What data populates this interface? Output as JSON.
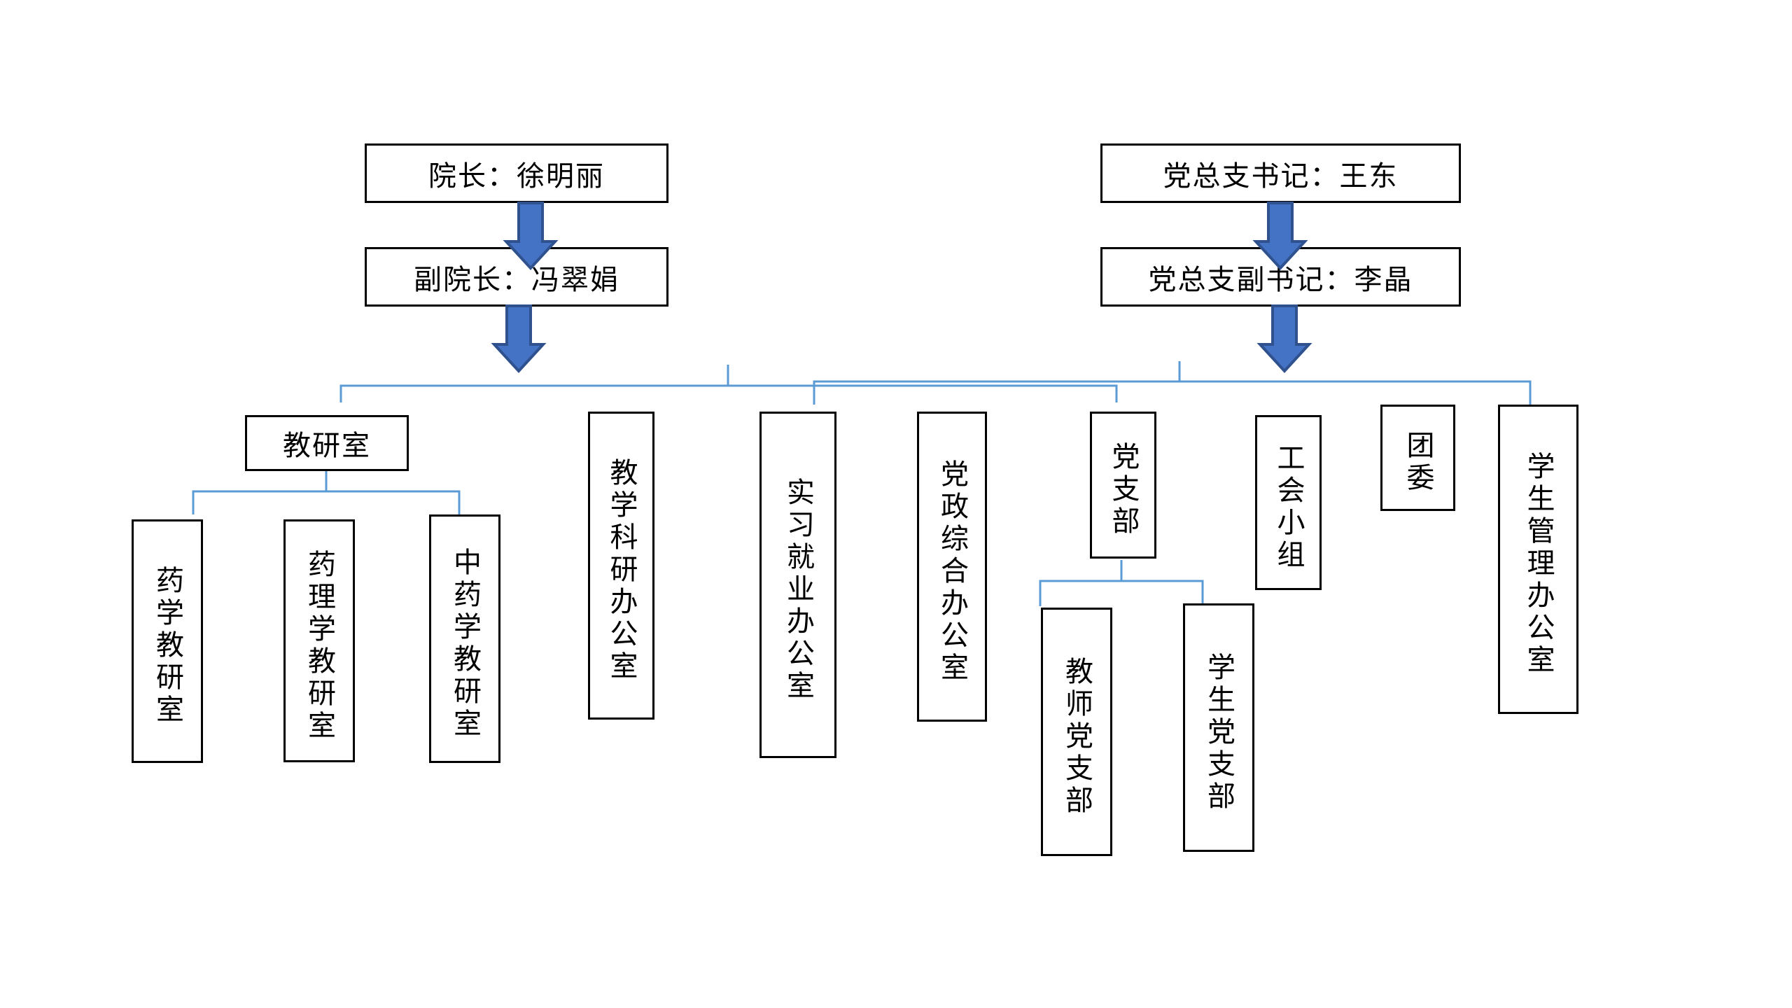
{
  "diagram": {
    "type": "org-chart",
    "title": "",
    "colors": {
      "box_border": "#000000",
      "box_fill": "#ffffff",
      "connector_line": "#5B9BD5",
      "arrow_fill": "#4472C4",
      "arrow_stroke": "#2F528F",
      "text": "#000000",
      "background": "#ffffff"
    },
    "nodes": {
      "dean": "院长：徐明丽",
      "vice_dean": "副院长：冯翠娟",
      "party_secretary": "党总支书记：王东",
      "party_vice_secretary": "党总支副书记：李晶",
      "teaching_research_office": "教研室",
      "pharmacy_trs": "药学教研室",
      "pharmacology_trs": "药理学教研室",
      "tcm_pharmacy_trs": "中药学教研室",
      "teaching_research_admin_office": "教学科研办公室",
      "internship_employment_office": "实习就业办公室",
      "party_admin_general_office": "党政综合办公室",
      "party_branch": "党支部",
      "teacher_party_branch": "教师党支部",
      "student_party_branch": "学生党支部",
      "union_group": "工会小组",
      "youth_league_committee": "团委",
      "student_management_office": "学生管理办公室"
    },
    "edges": [
      {
        "from": "dean",
        "to": "vice_dean",
        "style": "block-arrow"
      },
      {
        "from": "party_secretary",
        "to": "party_vice_secretary",
        "style": "block-arrow"
      },
      {
        "from": "vice_dean",
        "to": "bracket_left",
        "style": "block-arrow"
      },
      {
        "from": "party_vice_secretary",
        "to": "bracket_right",
        "style": "block-arrow"
      },
      {
        "from": "bracket_left",
        "to": "teaching_research_office",
        "style": "line"
      },
      {
        "from": "bracket_left",
        "to": "teaching_research_admin_office",
        "style": "line"
      },
      {
        "from": "bracket_left",
        "to": "internship_employment_office",
        "style": "line"
      },
      {
        "from": "bracket_right",
        "to": "party_admin_general_office",
        "style": "line"
      },
      {
        "from": "bracket_right",
        "to": "party_branch",
        "style": "line"
      },
      {
        "from": "bracket_right",
        "to": "union_group",
        "style": "line"
      },
      {
        "from": "bracket_right",
        "to": "youth_league_committee",
        "style": "line"
      },
      {
        "from": "bracket_right",
        "to": "student_management_office",
        "style": "line"
      },
      {
        "from": "teaching_research_office",
        "to": "pharmacy_trs",
        "style": "line"
      },
      {
        "from": "teaching_research_office",
        "to": "pharmacology_trs",
        "style": "line"
      },
      {
        "from": "teaching_research_office",
        "to": "tcm_pharmacy_trs",
        "style": "line"
      }
    ]
  }
}
